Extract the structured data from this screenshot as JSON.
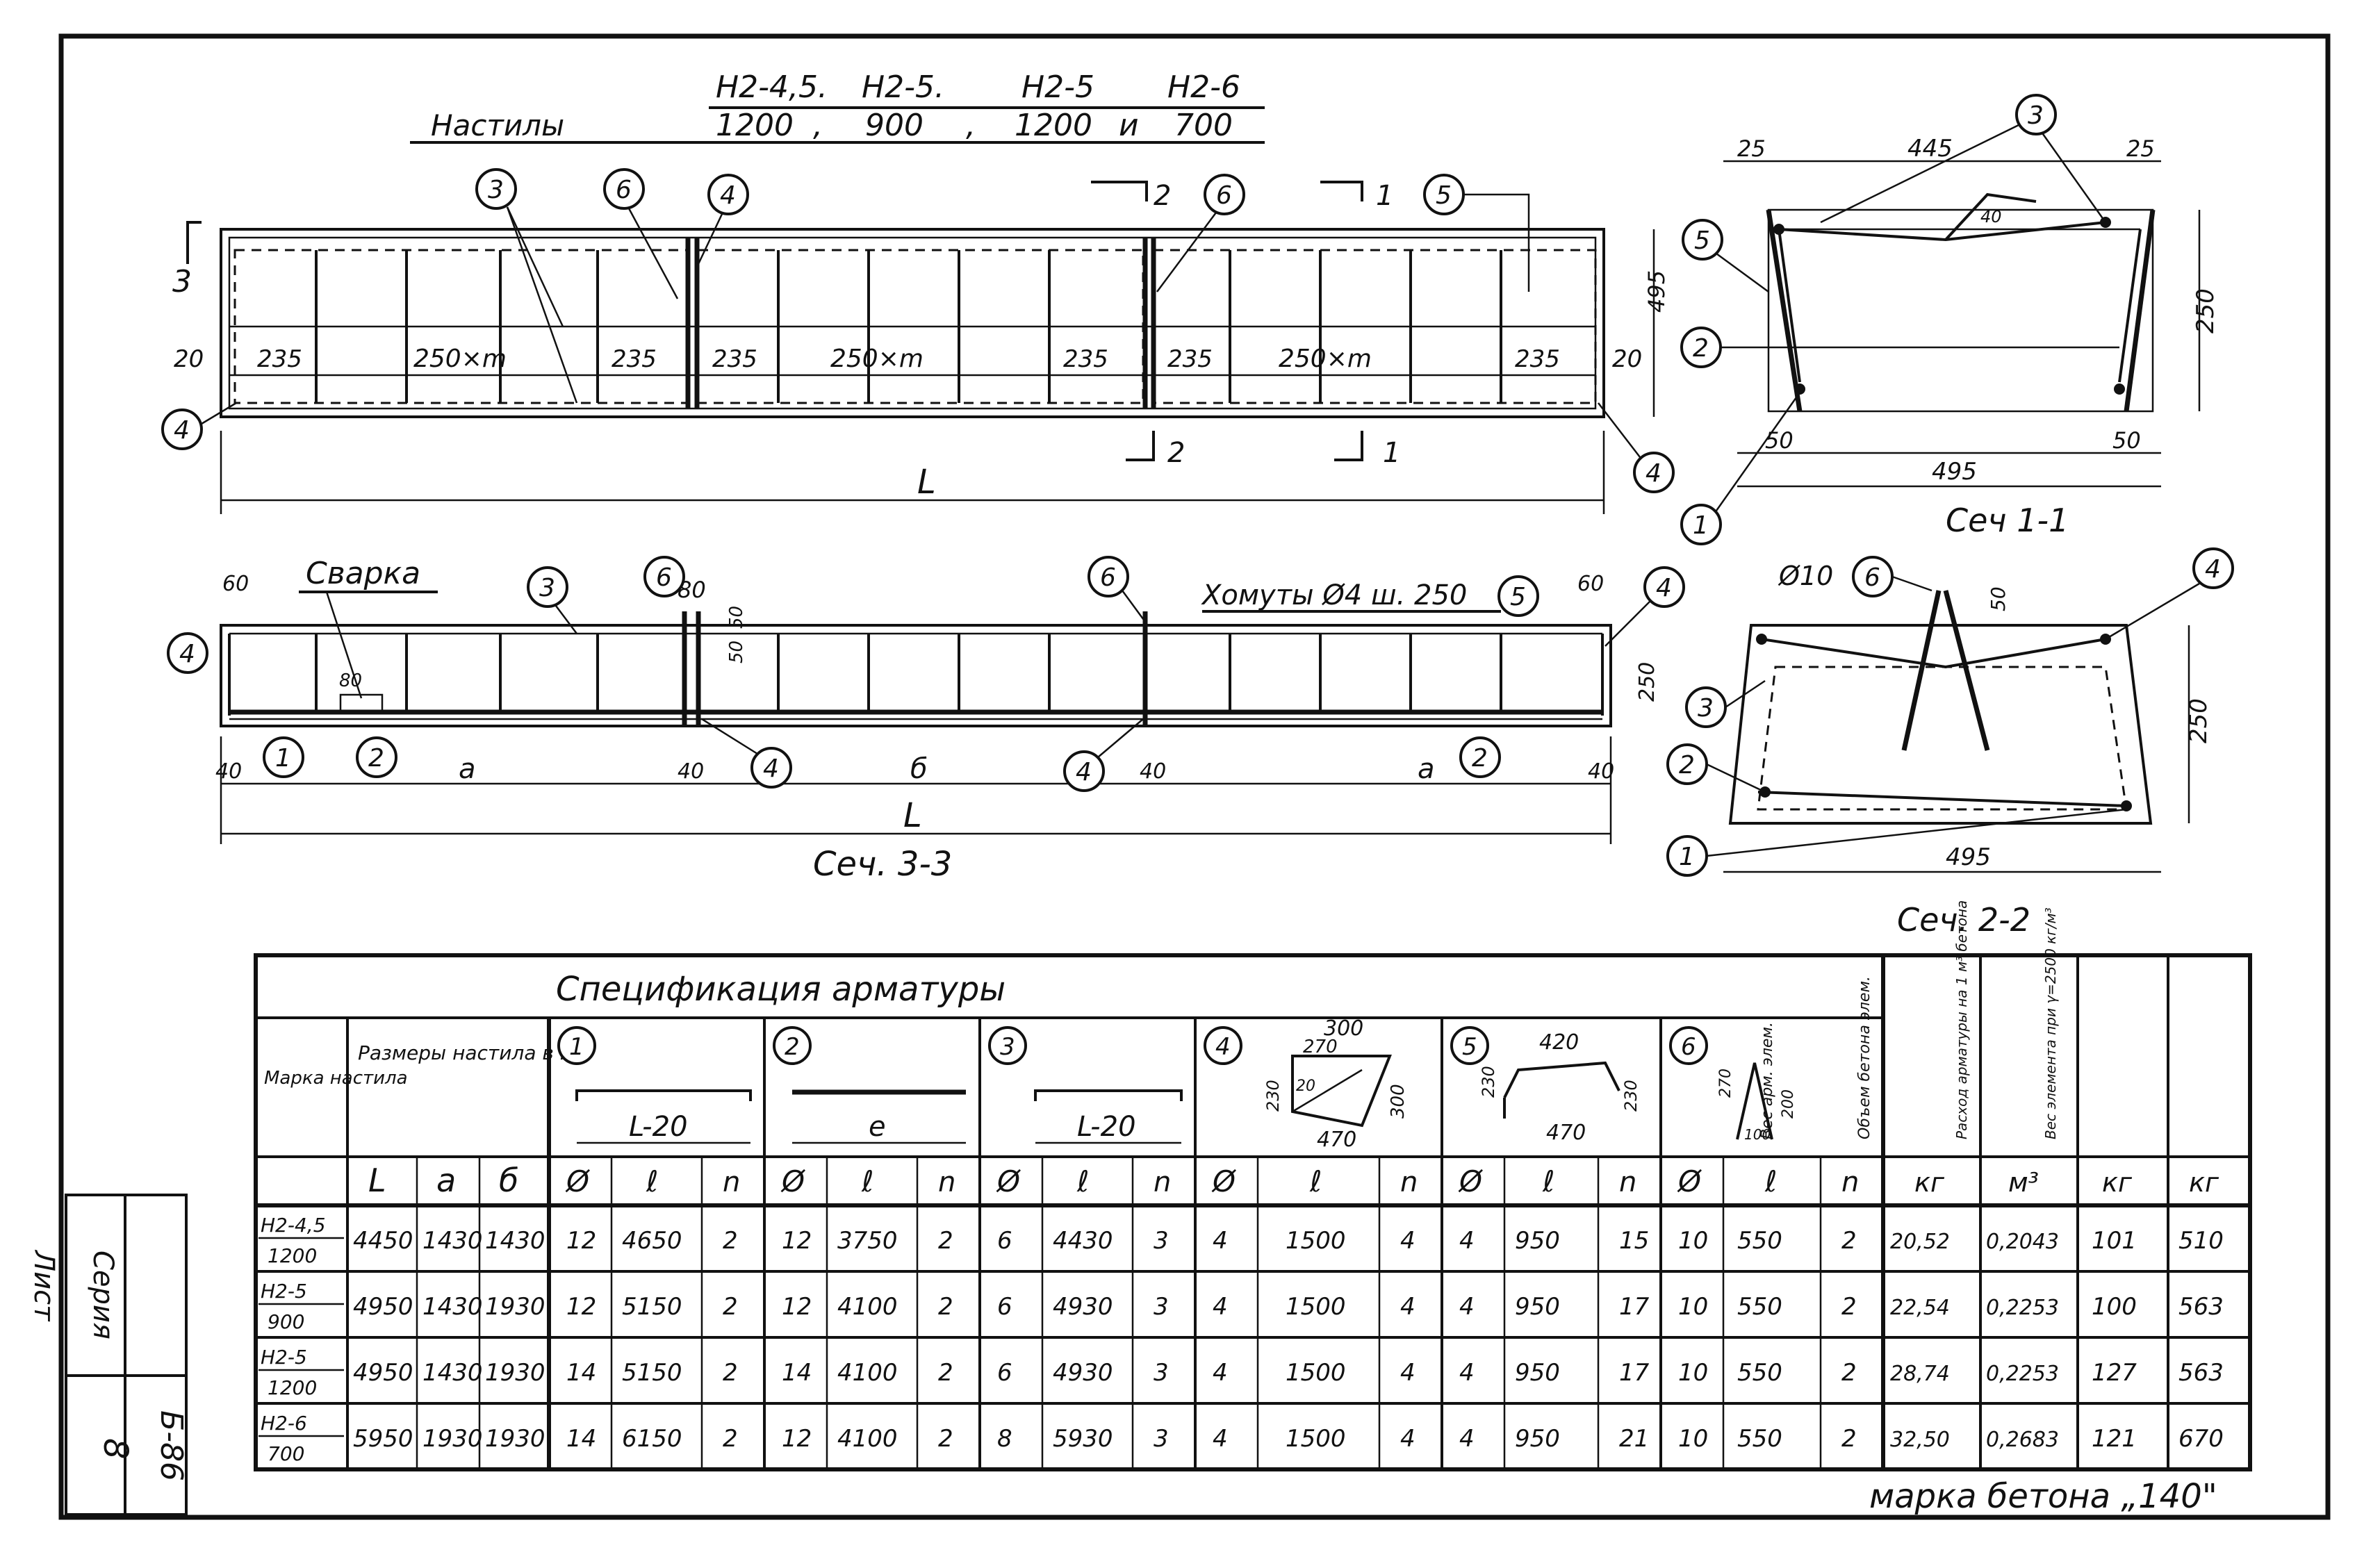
{
  "header": {
    "marks": [
      "Н2-4,5.",
      "Н2-5.",
      "Н2-5",
      "Н2-6"
    ],
    "label": "Настилы",
    "lengths": [
      "1200",
      "900",
      "1200",
      "700"
    ],
    "sep1": ",",
    "sep2": ",",
    "conj": "и"
  },
  "plan_view": {
    "dims": {
      "left_end": "235",
      "left_mid": "250×m",
      "left_right": "235",
      "mid_left": "235",
      "mid_mid": "250×m",
      "mid_right": "235",
      "right_left": "235",
      "right_mid": "250×m",
      "right_right": "235",
      "edge_left": "20",
      "edge_right": "20",
      "height": "495",
      "overall": "L"
    },
    "section_marks": {
      "s3": "3",
      "s2": "2",
      "s1": "1"
    },
    "callouts": [
      "3",
      "6",
      "4",
      "6",
      "5",
      "4",
      "4"
    ]
  },
  "section_1_1": {
    "title": "Сеч 1-1",
    "dims": {
      "top_left": "25",
      "top_mid": "445",
      "top_right": "25",
      "height": "250",
      "bot_left": "50",
      "bot_right": "50",
      "bottom": "495",
      "inner": "40"
    },
    "callouts": [
      "3",
      "5",
      "2",
      "1"
    ]
  },
  "section_3_3": {
    "title": "Сеч. 3-3",
    "weld_label": "Сварка",
    "stirrups_label": "Хомуты Ø4 ш. 250",
    "dims": {
      "left_60": "60",
      "weld_len": "80",
      "gap_80": "80",
      "v50a": "50",
      "v50b": "50",
      "right_60": "60",
      "h250": "250",
      "end40a": "40",
      "end40b": "40",
      "end40c": "40",
      "end40d": "40",
      "a1": "a",
      "b": "б",
      "a2": "a",
      "overall": "L"
    },
    "callouts": [
      "4",
      "3",
      "6",
      "6",
      "5",
      "4",
      "1",
      "2",
      "4",
      "4",
      "2"
    ]
  },
  "section_2_2": {
    "title": "Сеч. 2-2",
    "dims": {
      "phi": "Ø10",
      "v50": "50",
      "height": "250",
      "bottom": "495"
    },
    "callouts": [
      "6",
      "4",
      "3",
      "2",
      "1"
    ]
  },
  "spec": {
    "title": "Спецификация арматуры",
    "col_mark": "Марка настила",
    "col_sizes": "Размеры настила в мм",
    "sub_L": "L",
    "sub_a": "a",
    "sub_b": "б",
    "pos": [
      "1",
      "2",
      "3",
      "4",
      "5",
      "6"
    ],
    "pos_sketch_labels": {
      "p1": "L-20",
      "p2": "e",
      "p3": "L-20",
      "p4_top": "300",
      "p4_mid": "270",
      "p4_side": "230",
      "p4_right": "300",
      "p4_bot": "470",
      "p4_small": "20",
      "p5_top": "420",
      "p5_side": "230",
      "p5_bot": "470",
      "p5_right": "230",
      "p6_a": "270",
      "p6_b": "200",
      "p6_c": "100"
    },
    "sub_phi": "Ø",
    "sub_l": "ℓ",
    "sub_n": "n",
    "col_weight": "Вес арм. элем.",
    "col_volume": "Объем бетона элем.",
    "col_steel": "Расход арматуры на 1 м³ бетона",
    "col_loadcap": "Вес элемента при γ=2500 кг/м³",
    "unit_weight": "кг",
    "unit_volume": "м³",
    "unit_steel": "кг",
    "unit_load": "кг",
    "rows": [
      {
        "mark_top": "Н2-4,5",
        "mark_bot": "1200",
        "L": "4450",
        "a": "1430",
        "b": "1430",
        "p1": [
          "12",
          "4650",
          "2"
        ],
        "p2": [
          "12",
          "3750",
          "2"
        ],
        "p3": [
          "6",
          "4430",
          "3"
        ],
        "p4": [
          "4",
          "1500",
          "4"
        ],
        "p5": [
          "4",
          "950",
          "15"
        ],
        "p6": [
          "10",
          "550",
          "2"
        ],
        "w": "20,52",
        "v": "0,2043",
        "s": "101",
        "g": "510"
      },
      {
        "mark_top": "Н2-5",
        "mark_bot": "900",
        "L": "4950",
        "a": "1430",
        "b": "1930",
        "p1": [
          "12",
          "5150",
          "2"
        ],
        "p2": [
          "12",
          "4100",
          "2"
        ],
        "p3": [
          "6",
          "4930",
          "3"
        ],
        "p4": [
          "4",
          "1500",
          "4"
        ],
        "p5": [
          "4",
          "950",
          "17"
        ],
        "p6": [
          "10",
          "550",
          "2"
        ],
        "w": "22,54",
        "v": "0,2253",
        "s": "100",
        "g": "563"
      },
      {
        "mark_top": "Н2-5",
        "mark_bot": "1200",
        "L": "4950",
        "a": "1430",
        "b": "1930",
        "p1": [
          "14",
          "5150",
          "2"
        ],
        "p2": [
          "14",
          "4100",
          "2"
        ],
        "p3": [
          "6",
          "4930",
          "3"
        ],
        "p4": [
          "4",
          "1500",
          "4"
        ],
        "p5": [
          "4",
          "950",
          "17"
        ],
        "p6": [
          "10",
          "550",
          "2"
        ],
        "w": "28,74",
        "v": "0,2253",
        "s": "127",
        "g": "563"
      },
      {
        "mark_top": "Н2-6",
        "mark_bot": "700",
        "L": "5950",
        "a": "1930",
        "b": "1930",
        "p1": [
          "14",
          "6150",
          "2"
        ],
        "p2": [
          "12",
          "4100",
          "2"
        ],
        "p3": [
          "8",
          "5930",
          "3"
        ],
        "p4": [
          "4",
          "1500",
          "4"
        ],
        "p5": [
          "4",
          "950",
          "21"
        ],
        "p6": [
          "10",
          "550",
          "2"
        ],
        "w": "32,50",
        "v": "0,2683",
        "s": "121",
        "g": "670"
      }
    ],
    "concrete_note": "марка бетона „140\""
  },
  "stamp": {
    "sheet_label": "Лист",
    "sheet_no": "8",
    "series_label": "Серия",
    "series_no": "Б-86"
  }
}
